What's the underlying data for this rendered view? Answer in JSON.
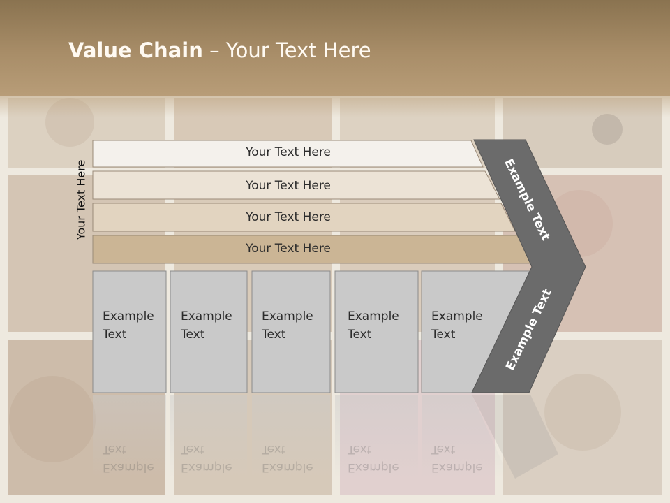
{
  "title": {
    "bold": "Value Chain",
    "rest": " – Your Text Here"
  },
  "side_label": "Your Text Here",
  "bands": [
    {
      "label": "Your Text Here",
      "color": "#f4f1ec"
    },
    {
      "label": "Your Text Here",
      "color": "#ece3d6"
    },
    {
      "label": "Your Text Here",
      "color": "#e2d4c0"
    },
    {
      "label": "Your Text Here",
      "color": "#cbb595"
    }
  ],
  "boxes": [
    {
      "line1": "Example",
      "line2": "Text"
    },
    {
      "line1": "Example",
      "line2": "Text"
    },
    {
      "line1": "Example",
      "line2": "Text"
    },
    {
      "line1": "Example",
      "line2": "Text"
    },
    {
      "line1": "Example",
      "line2": "Text"
    }
  ],
  "arrow": {
    "upper": "Example Text",
    "lower": "Example Text",
    "color": "#6b6b6b"
  }
}
